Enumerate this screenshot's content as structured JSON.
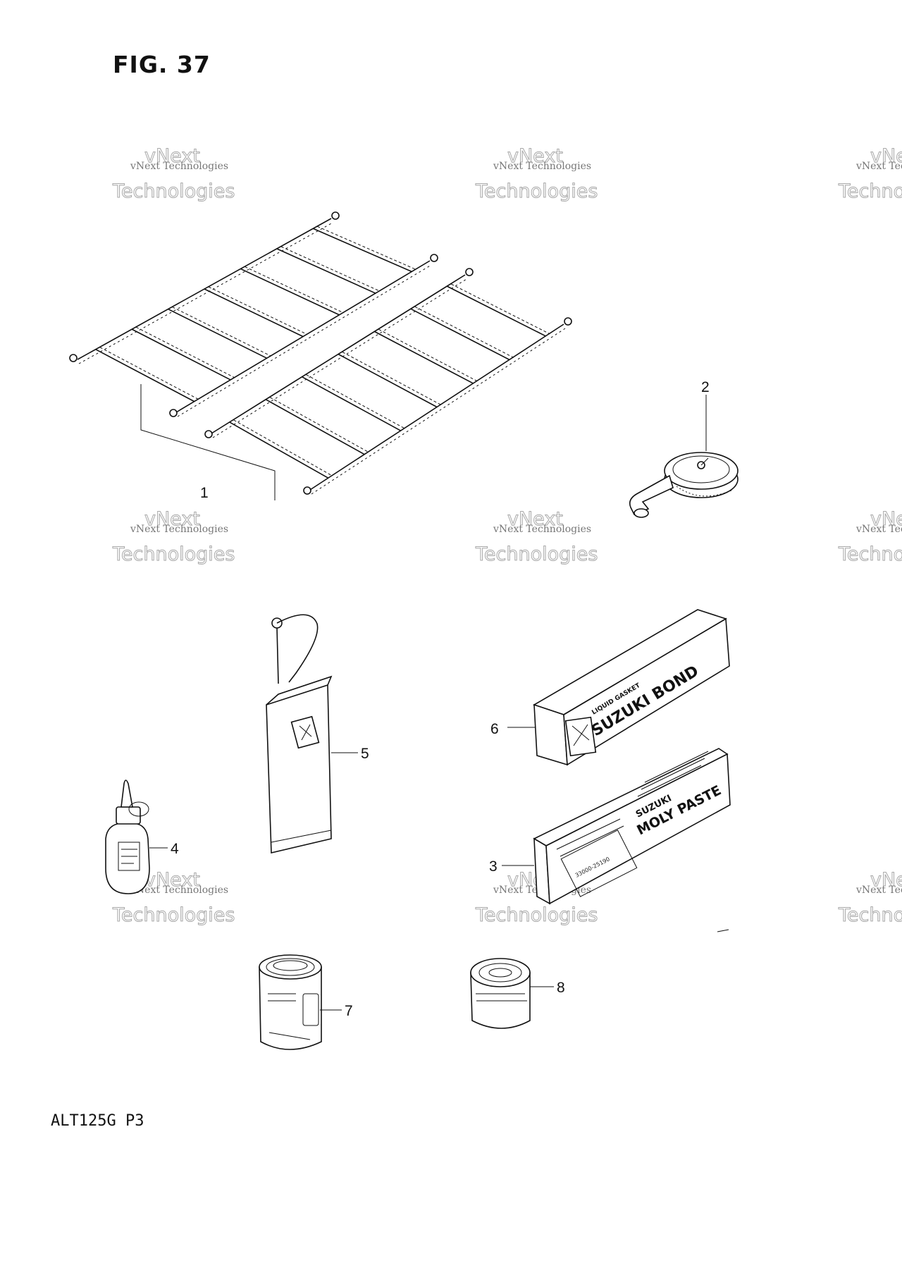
{
  "figure": {
    "title": "FIG. 37",
    "footer_code": "ALT125G P3"
  },
  "watermark": {
    "small_text": "vNext Technologies",
    "big_top": "vNext",
    "big_bottom": "Technologies"
  },
  "callouts": {
    "c1": "1",
    "c2": "2",
    "c3": "3",
    "c4": "4",
    "c5": "5",
    "c6": "6",
    "c7": "7",
    "c8": "8"
  },
  "package_labels": {
    "bond_small": "LIQUID GASKET",
    "bond_main": "SUZUKI BOND",
    "paste_brand": "SUZUKI",
    "paste_main": "MOLY PASTE",
    "paste_code": "33000-25190"
  }
}
